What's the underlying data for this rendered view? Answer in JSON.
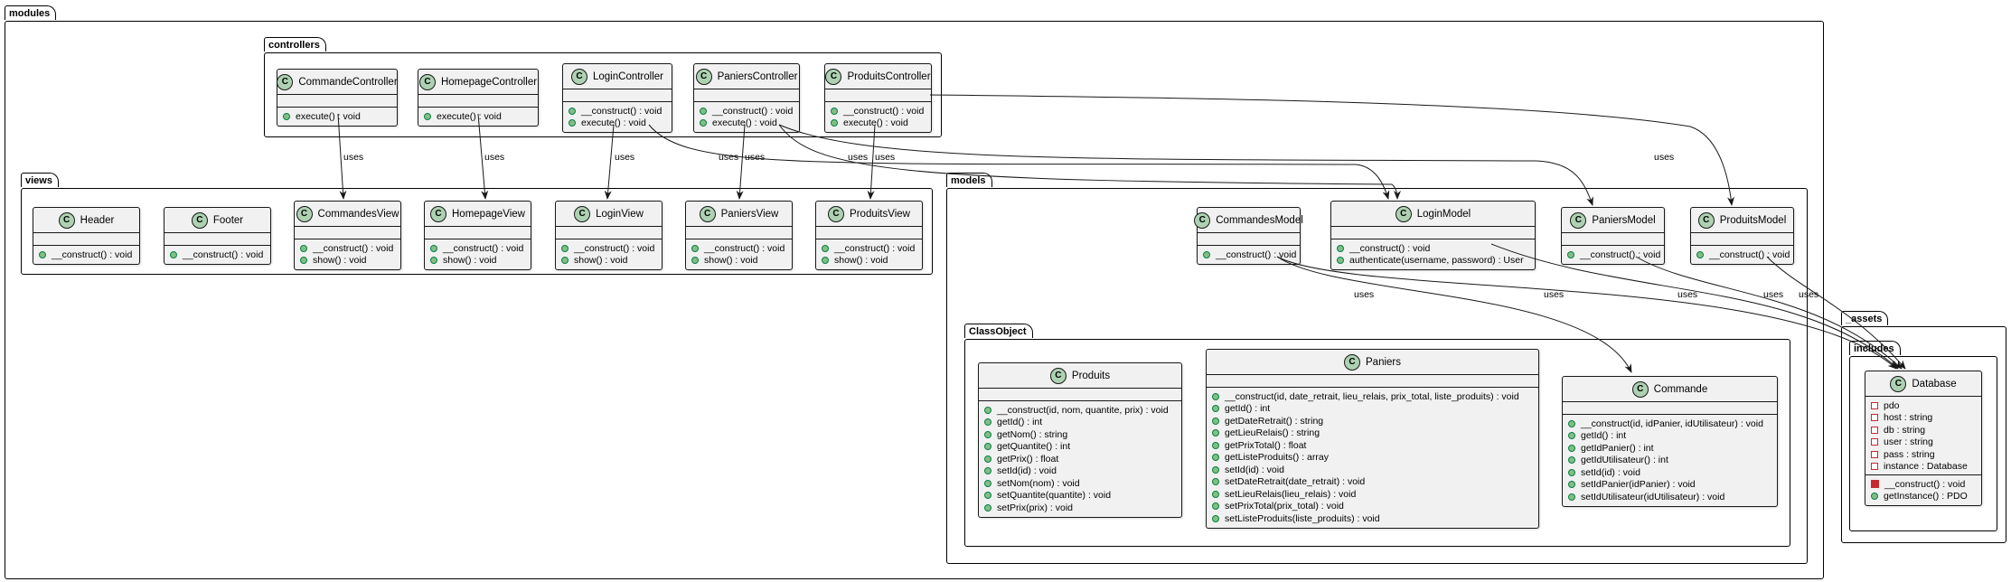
{
  "packages": {
    "modules": "modules",
    "controllers": "controllers",
    "views": "views",
    "models": "models",
    "class_object": "ClassObject",
    "assets": "_assets",
    "includes": "includes"
  },
  "class_badge": "C",
  "edge_label": "uses",
  "classes": {
    "commande_controller": {
      "name": "CommandeController",
      "methods": [
        "execute() : void"
      ]
    },
    "homepage_controller": {
      "name": "HomepageController",
      "methods": [
        "execute() : void"
      ]
    },
    "login_controller": {
      "name": "LoginController",
      "methods": [
        "__construct() : void",
        "execute() : void"
      ]
    },
    "paniers_controller": {
      "name": "PaniersController",
      "methods": [
        "__construct() : void",
        "execute() : void"
      ]
    },
    "produits_controller": {
      "name": "ProduitsController",
      "methods": [
        "__construct() : void",
        "execute() : void"
      ]
    },
    "header": {
      "name": "Header",
      "methods": [
        "__construct() : void"
      ]
    },
    "footer": {
      "name": "Footer",
      "methods": [
        "__construct() : void"
      ]
    },
    "commandes_view": {
      "name": "CommandesView",
      "methods": [
        "__construct() : void",
        "show() : void"
      ]
    },
    "homepage_view": {
      "name": "HomepageView",
      "methods": [
        "__construct() : void",
        "show() : void"
      ]
    },
    "login_view": {
      "name": "LoginView",
      "methods": [
        "__construct() : void",
        "show() : void"
      ]
    },
    "paniers_view": {
      "name": "PaniersView",
      "methods": [
        "__construct() : void",
        "show() : void"
      ]
    },
    "produits_view": {
      "name": "ProduitsView",
      "methods": [
        "__construct() : void",
        "show() : void"
      ]
    },
    "commandes_model": {
      "name": "CommandesModel",
      "methods": [
        "__construct() : void"
      ]
    },
    "login_model": {
      "name": "LoginModel",
      "methods": [
        "__construct() : void",
        "authenticate(username, password) : User"
      ]
    },
    "paniers_model": {
      "name": "PaniersModel",
      "methods": [
        "__construct() : void"
      ]
    },
    "produits_model": {
      "name": "ProduitsModel",
      "methods": [
        "__construct() : void"
      ]
    },
    "produits": {
      "name": "Produits",
      "methods": [
        "__construct(id, nom, quantite, prix) : void",
        "getId() : int",
        "getNom() : string",
        "getQuantite() : int",
        "getPrix() : float",
        "setId(id) : void",
        "setNom(nom) : void",
        "setQuantite(quantite) : void",
        "setPrix(prix) : void"
      ]
    },
    "paniers": {
      "name": "Paniers",
      "methods": [
        "__construct(id, date_retrait, lieu_relais, prix_total, liste_produits) : void",
        "getId() : int",
        "getDateRetrait() : string",
        "getLieuRelais() : string",
        "getPrixTotal() : float",
        "getListeProduits() : array",
        "setId(id) : void",
        "setDateRetrait(date_retrait) : void",
        "setLieuRelais(lieu_relais) : void",
        "setPrixTotal(prix_total) : void",
        "setListeProduits(liste_produits) : void"
      ]
    },
    "commande": {
      "name": "Commande",
      "methods": [
        "__construct(id, idPanier, idUtilisateur) : void",
        "getId() : int",
        "getIdPanier() : int",
        "getIdUtilisateur() : int",
        "setId(id) : void",
        "setIdPanier(idPanier) : void",
        "setIdUtilisateur(idUtilisateur) : void"
      ]
    },
    "database": {
      "name": "Database",
      "attributes": [
        "pdo",
        "host : string",
        "db : string",
        "user : string",
        "pass : string",
        "instance : Database"
      ],
      "methods": [
        "__construct() : void",
        "getInstance() : PDO"
      ]
    }
  }
}
